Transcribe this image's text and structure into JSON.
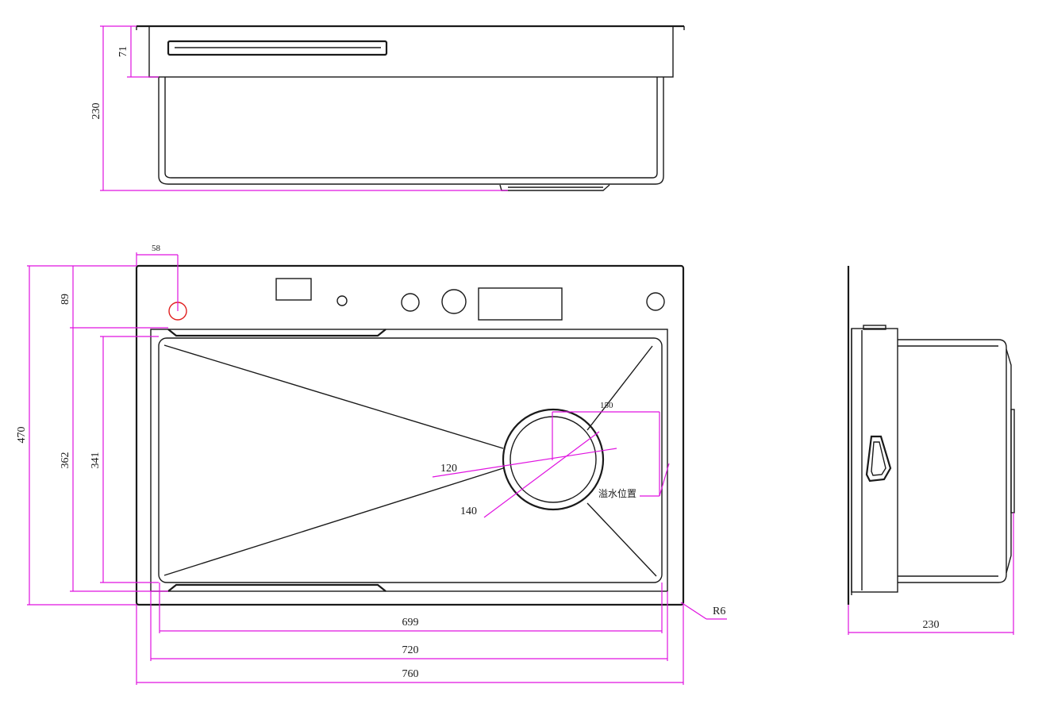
{
  "colors": {
    "outline": "#1a1a1a",
    "dimension": "#e013e0",
    "background": "#ffffff"
  },
  "top_view": {
    "dim_total_height": "230",
    "dim_flange_height": "71"
  },
  "plan_view": {
    "dim_offset_58": "58",
    "dim_height_470": "470",
    "dim_height_89": "89",
    "dim_height_362": "362",
    "dim_height_341": "341",
    "dim_drain_120": "120",
    "dim_drain_140": "140",
    "dim_drain_150": "150",
    "overflow_label": "溢水位置",
    "dim_radius": "R6",
    "dim_width_699": "699",
    "dim_width_720": "720",
    "dim_width_760": "760"
  },
  "side_view": {
    "dim_depth": "230"
  }
}
